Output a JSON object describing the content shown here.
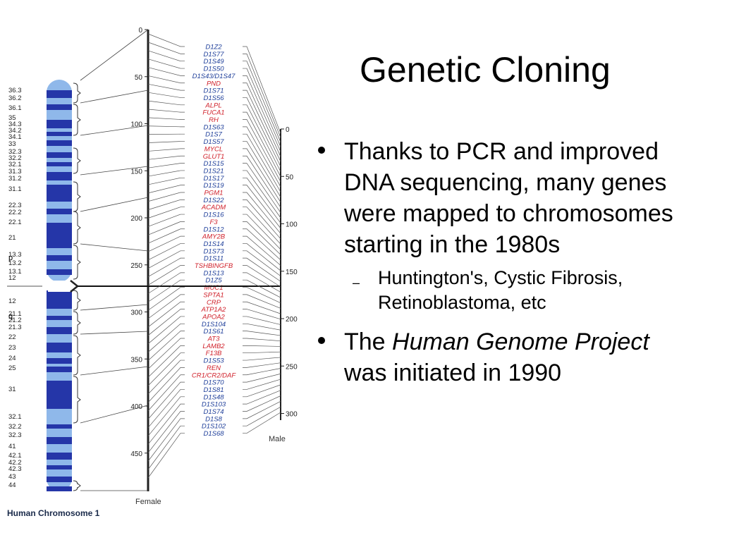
{
  "slide": {
    "title": "Genetic Cloning",
    "bullet1": "Thanks to PCR and improved DNA sequencing, many genes were mapped to chromosomes starting in the 1980s",
    "sub_bullet": "Huntington's, Cystic Fibrosis, Retinoblastoma, etc",
    "bullet2_pre": "The ",
    "bullet2_italic": "Human Genome Project",
    "bullet2_post": " was initiated in 1990"
  },
  "figure": {
    "caption": "Human Chromosome 1",
    "female_axis_label": "Female",
    "male_axis_label": "Male",
    "arm_p": "p",
    "arm_q": "q",
    "female_ticks": [
      "0",
      "50",
      "100",
      "150",
      "200",
      "250",
      "300",
      "350",
      "400",
      "450"
    ],
    "male_ticks": [
      "0",
      "50",
      "100",
      "150",
      "200",
      "250",
      "300"
    ],
    "bands": [
      "36.3",
      "36.2",
      "36.1",
      "35",
      "34.3",
      "34.2",
      "34.1",
      "33",
      "32.3",
      "32.2",
      "32.1",
      "31.3",
      "31.2",
      "31.1",
      "22.3",
      "22.2",
      "22.1",
      "21",
      "13.3",
      "13.2",
      "13.1",
      "12",
      "12",
      "21.1",
      "21.2",
      "21.3",
      "22",
      "23",
      "24",
      "25",
      "31",
      "32.1",
      "32.2",
      "32.3",
      "41",
      "42.1",
      "42.2",
      "42.3",
      "43",
      "44"
    ],
    "markers": [
      {
        "name": "D1Z2",
        "type": "anonymous"
      },
      {
        "name": "D1S77",
        "type": "anonymous"
      },
      {
        "name": "D1S49",
        "type": "anonymous"
      },
      {
        "name": "D1S50",
        "type": "anonymous"
      },
      {
        "name": "D1S43/D1S47",
        "type": "anonymous"
      },
      {
        "name": "PND",
        "type": "gene"
      },
      {
        "name": "D1S71",
        "type": "anonymous"
      },
      {
        "name": "D1S56",
        "type": "anonymous"
      },
      {
        "name": "ALPL",
        "type": "gene"
      },
      {
        "name": "FUCA1",
        "type": "gene"
      },
      {
        "name": "RH",
        "type": "gene"
      },
      {
        "name": "D1S63",
        "type": "anonymous"
      },
      {
        "name": "D1S7",
        "type": "anonymous"
      },
      {
        "name": "D1S57",
        "type": "anonymous"
      },
      {
        "name": "MYCL",
        "type": "gene"
      },
      {
        "name": "GLUT1",
        "type": "gene"
      },
      {
        "name": "D1S15",
        "type": "anonymous"
      },
      {
        "name": "D1S21",
        "type": "anonymous"
      },
      {
        "name": "D1S17",
        "type": "anonymous"
      },
      {
        "name": "D1S19",
        "type": "anonymous"
      },
      {
        "name": "PGM1",
        "type": "gene"
      },
      {
        "name": "D1S22",
        "type": "anonymous"
      },
      {
        "name": "ACADM",
        "type": "gene"
      },
      {
        "name": "D1S16",
        "type": "anonymous"
      },
      {
        "name": "F3",
        "type": "gene"
      },
      {
        "name": "D1S12",
        "type": "anonymous"
      },
      {
        "name": "AMY2B",
        "type": "gene"
      },
      {
        "name": "D1S14",
        "type": "anonymous"
      },
      {
        "name": "D1S73",
        "type": "anonymous"
      },
      {
        "name": "D1S11",
        "type": "anonymous"
      },
      {
        "name": "TSHBINGFB",
        "type": "gene"
      },
      {
        "name": "D1S13",
        "type": "anonymous"
      },
      {
        "name": "D1Z5",
        "type": "anonymous"
      },
      {
        "name": "MUC1",
        "type": "gene"
      },
      {
        "name": "SPTA1",
        "type": "gene"
      },
      {
        "name": "CRP",
        "type": "gene"
      },
      {
        "name": "ATP1A2",
        "type": "gene"
      },
      {
        "name": "APOA2",
        "type": "gene"
      },
      {
        "name": "D1S104",
        "type": "anonymous"
      },
      {
        "name": "D1S61",
        "type": "anonymous"
      },
      {
        "name": "AT3",
        "type": "gene"
      },
      {
        "name": "LAMB2",
        "type": "gene"
      },
      {
        "name": "F13B",
        "type": "gene"
      },
      {
        "name": "D1S53",
        "type": "anonymous"
      },
      {
        "name": "REN",
        "type": "gene"
      },
      {
        "name": "CR1/CR2/DAF",
        "type": "gene"
      },
      {
        "name": "D1S70",
        "type": "anonymous"
      },
      {
        "name": "D1S81",
        "type": "anonymous"
      },
      {
        "name": "D1S48",
        "type": "anonymous"
      },
      {
        "name": "D1S103",
        "type": "anonymous"
      },
      {
        "name": "D1S74",
        "type": "anonymous"
      },
      {
        "name": "D1S8",
        "type": "anonymous"
      },
      {
        "name": "D1S102",
        "type": "anonymous"
      },
      {
        "name": "D1S68",
        "type": "anonymous"
      }
    ],
    "colors": {
      "gene": "#d0202a",
      "anonymous": "#1f3f9a",
      "band_dark": "#2536a8",
      "band_light": "#8fb8ea",
      "centromere": "#ffffff",
      "line": "#333333"
    }
  }
}
